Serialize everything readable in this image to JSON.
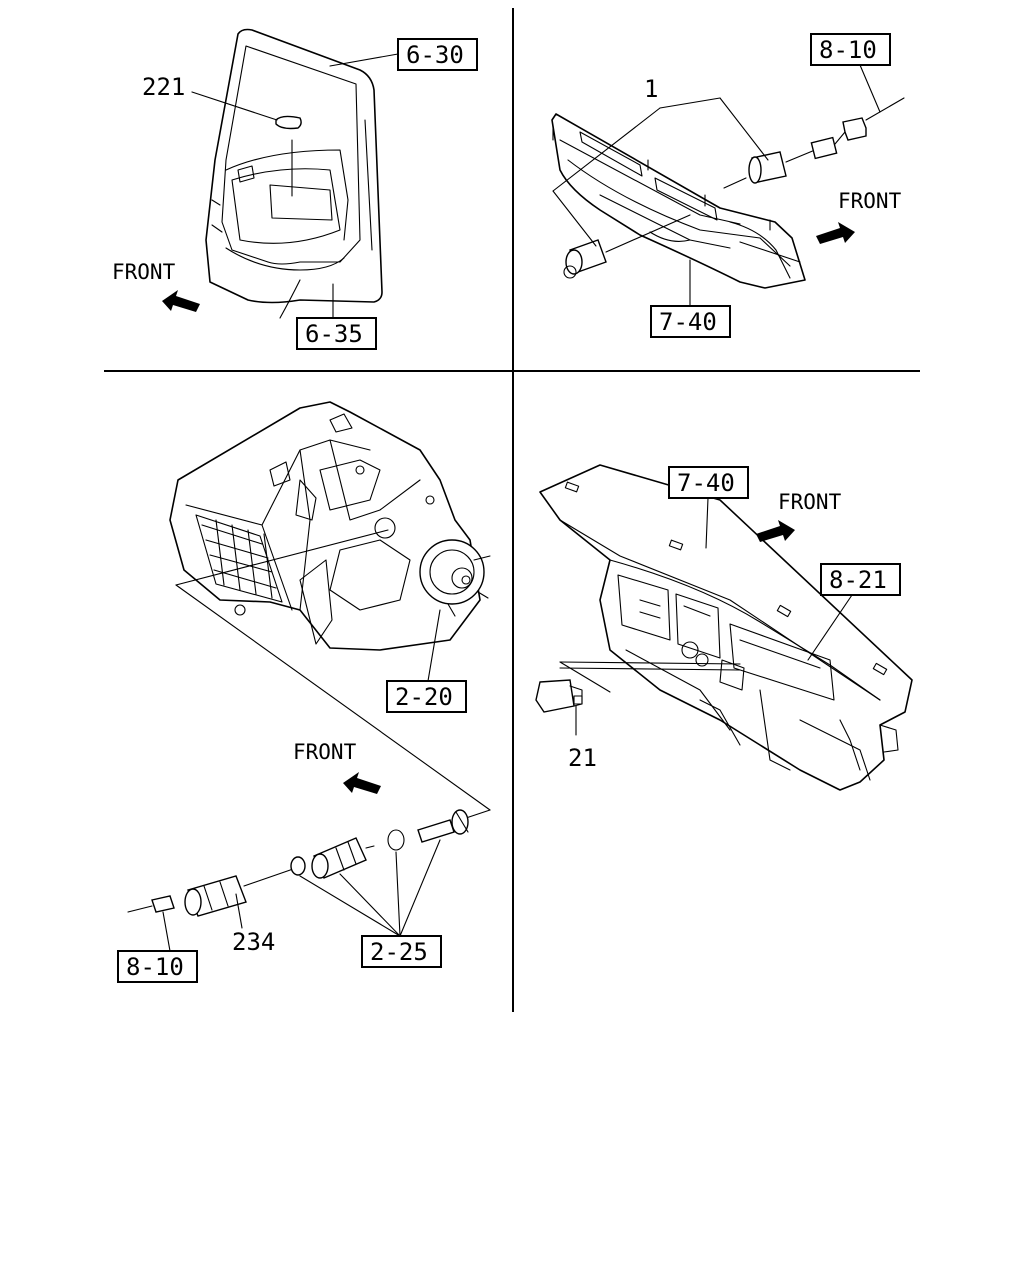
{
  "quadrants": {
    "top_left": {
      "callouts": {
        "part_221": "221"
      },
      "refs": {
        "ref_6_30": "6-30",
        "ref_6_35": "6-35"
      },
      "front": "FRONT"
    },
    "top_right": {
      "callouts": {
        "part_1": "1"
      },
      "refs": {
        "ref_8_10": "8-10",
        "ref_7_40": "7-40"
      },
      "front": "FRONT"
    },
    "bottom_left": {
      "callouts": {
        "part_234": "234"
      },
      "refs": {
        "ref_2_20": "2-20",
        "ref_2_25": "2-25",
        "ref_8_10": "8-10"
      },
      "front": "FRONT"
    },
    "bottom_right": {
      "callouts": {
        "part_21": "21"
      },
      "refs": {
        "ref_7_40": "7-40",
        "ref_8_21": "8-21"
      },
      "front": "FRONT"
    }
  }
}
